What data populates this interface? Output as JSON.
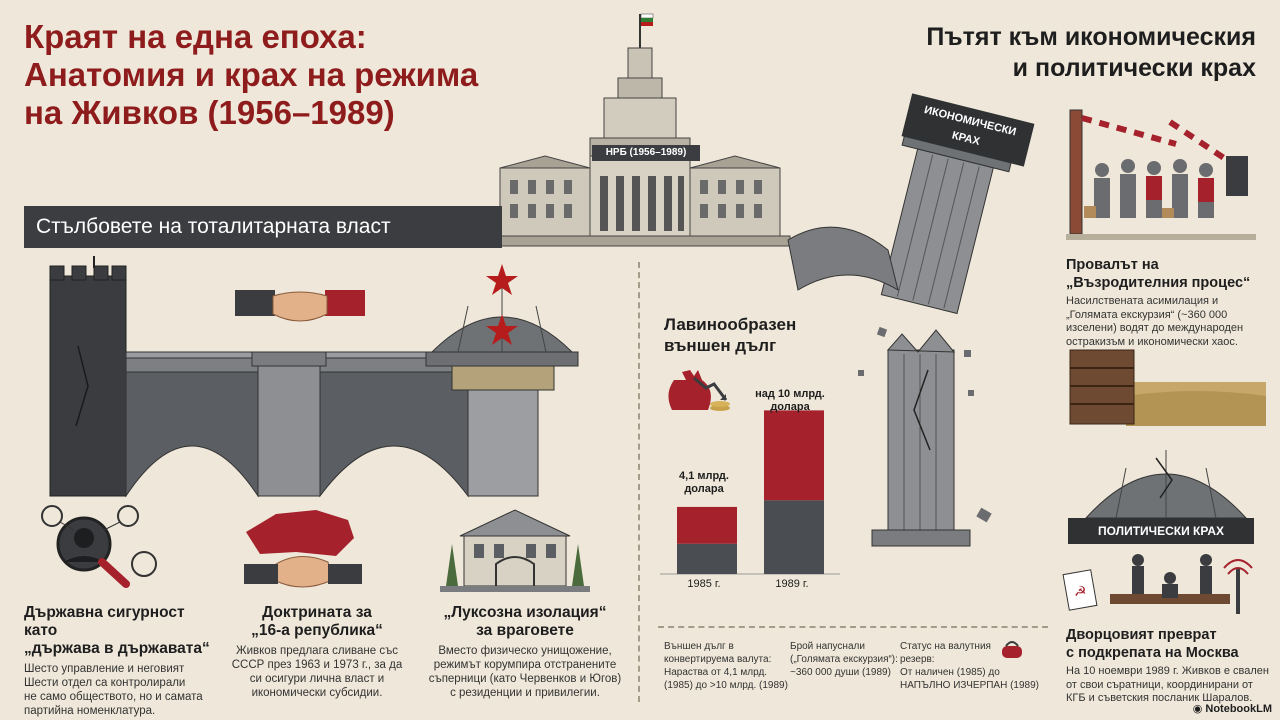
{
  "title": {
    "line1": "Краят на една епоха:",
    "line2": "Анатомия и крах на режима",
    "line3": "на Живков (1956–1989)"
  },
  "right_title": {
    "line1": "Пътят към икономическия",
    "line2": "и политически крах"
  },
  "building_label": "НРБ (1956–1989)",
  "pillars_banner": "Стълбовете на тоталитарната власт",
  "pillars": [
    {
      "heading1": "Държавна сигурност като",
      "heading2": "„държава в държавата“",
      "text": [
        "Шесто управление и неговият",
        "Шести отдел са контролирали",
        "не само обществото, но и самата",
        "партийна номенклатура."
      ],
      "icon": "surveillance-icon"
    },
    {
      "heading1": "Доктрината за",
      "heading2": "„16-а република“",
      "text": [
        "Живков предлага сливане със",
        "СССР през 1963 и 1973 г., за да",
        "си осигури лична власт и",
        "икономически субсидии."
      ],
      "icon": "handshake-map-icon"
    },
    {
      "heading1": "„Луксозна изолация“",
      "heading2": "за враговете",
      "text": [
        "Вместо физическо унищожение,",
        "режимът корумпира отстранените",
        "съперници (като Червенков и Югов)",
        "с резиденции и привилегии."
      ],
      "icon": "villa-icon"
    }
  ],
  "debt": {
    "title1": "Лавинообразен",
    "title2": "външен дълг",
    "bar1_top_label": [
      "4,1 млрд.",
      "долара"
    ],
    "bar2_top_label": [
      "над 10 млрд.",
      "долара"
    ],
    "bar1_year": "1985 г.",
    "bar2_year": "1989 г."
  },
  "chart_data": {
    "type": "bar",
    "categories": [
      "1985 г.",
      "1989 г."
    ],
    "values": [
      4.1,
      10
    ],
    "title": "Лавинообразен външен дълг",
    "xlabel": "",
    "ylabel": "",
    "ylim": [
      0,
      11
    ]
  },
  "stats": [
    {
      "label": [
        "Външен дълг в",
        "конвертируема валута:"
      ],
      "value": [
        "Нараства от 4,1 млрд.",
        "(1985) до >10 млрд. (1989)"
      ]
    },
    {
      "label": [
        "Брой напуснали",
        "(„Голямата екскурзия“):"
      ],
      "value": [
        "~360 000 души (1989)"
      ]
    },
    {
      "label": [
        "Статус на валутния",
        "резерв:"
      ],
      "value": [
        "От наличен (1985) до",
        "НАПЪЛНО ИЗЧЕРПАН (1989)"
      ]
    }
  ],
  "economic_tag": [
    "ИКОНОМИЧЕСКИ",
    "КРАХ"
  ],
  "political_tag": "ПОЛИТИЧЕСКИ КРАХ",
  "revival": {
    "heading1": "Провалът на",
    "heading2": "„Възродителния процес“",
    "text": [
      "Насилствената асимилация и",
      "„Голямата екскурзия“ (~360 000",
      "изселени) водят до международен",
      "остракизъм и икономически хаос."
    ]
  },
  "coup": {
    "heading1": "Дворцовият преврат",
    "heading2": "с подкрепата на Москва",
    "text": [
      "На 10 ноември 1989 г. Живков е свален",
      "от свои съратници, координирани от",
      "КГБ и съветския посланик Шаралов."
    ]
  },
  "brand": "NotebookLM",
  "colors": {
    "accent_red": "#8e1c1c",
    "bar_red": "#a5222c",
    "bar_gray": "#4a4d52",
    "background": "#efe8da"
  }
}
